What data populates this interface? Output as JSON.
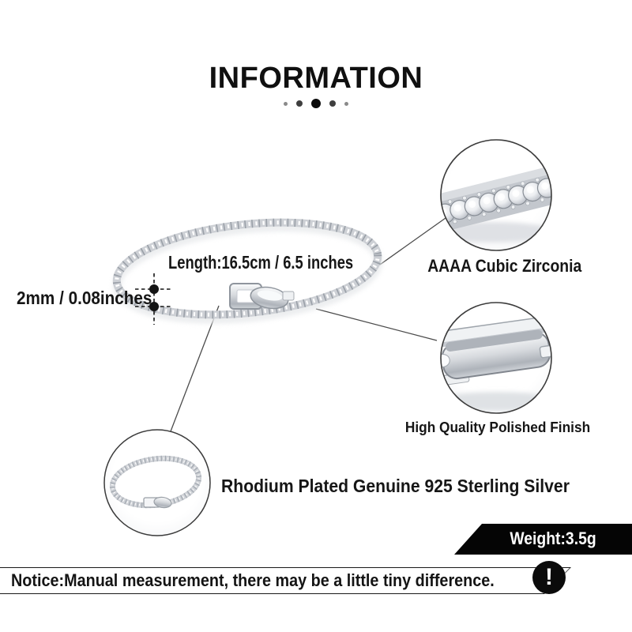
{
  "page": {
    "title": "INFORMATION"
  },
  "decor": {
    "dots_count": 5
  },
  "measurements": {
    "length": "Length:16.5cm / 6.5 inches",
    "band_width": "2mm / 0.08inches"
  },
  "callouts": [
    {
      "id": "stones",
      "label": "AAAA Cubic Zirconia"
    },
    {
      "id": "clasp",
      "label": "High Quality Polished Finish"
    },
    {
      "id": "bracelet",
      "label": "Rhodium Plated Genuine 925 Sterling Silver"
    }
  ],
  "weight": {
    "label": "Weight:3.5g",
    "bg_color": "#050505",
    "text_color": "#ffffff"
  },
  "notice": {
    "text": "Notice:Manual measurement, there may be a little tiny difference.",
    "icon": "exclamation-icon",
    "icon_char": "!"
  },
  "colors": {
    "ink": "#111111",
    "leader_line": "#4b4b4b",
    "silver": "#c6cad0"
  }
}
